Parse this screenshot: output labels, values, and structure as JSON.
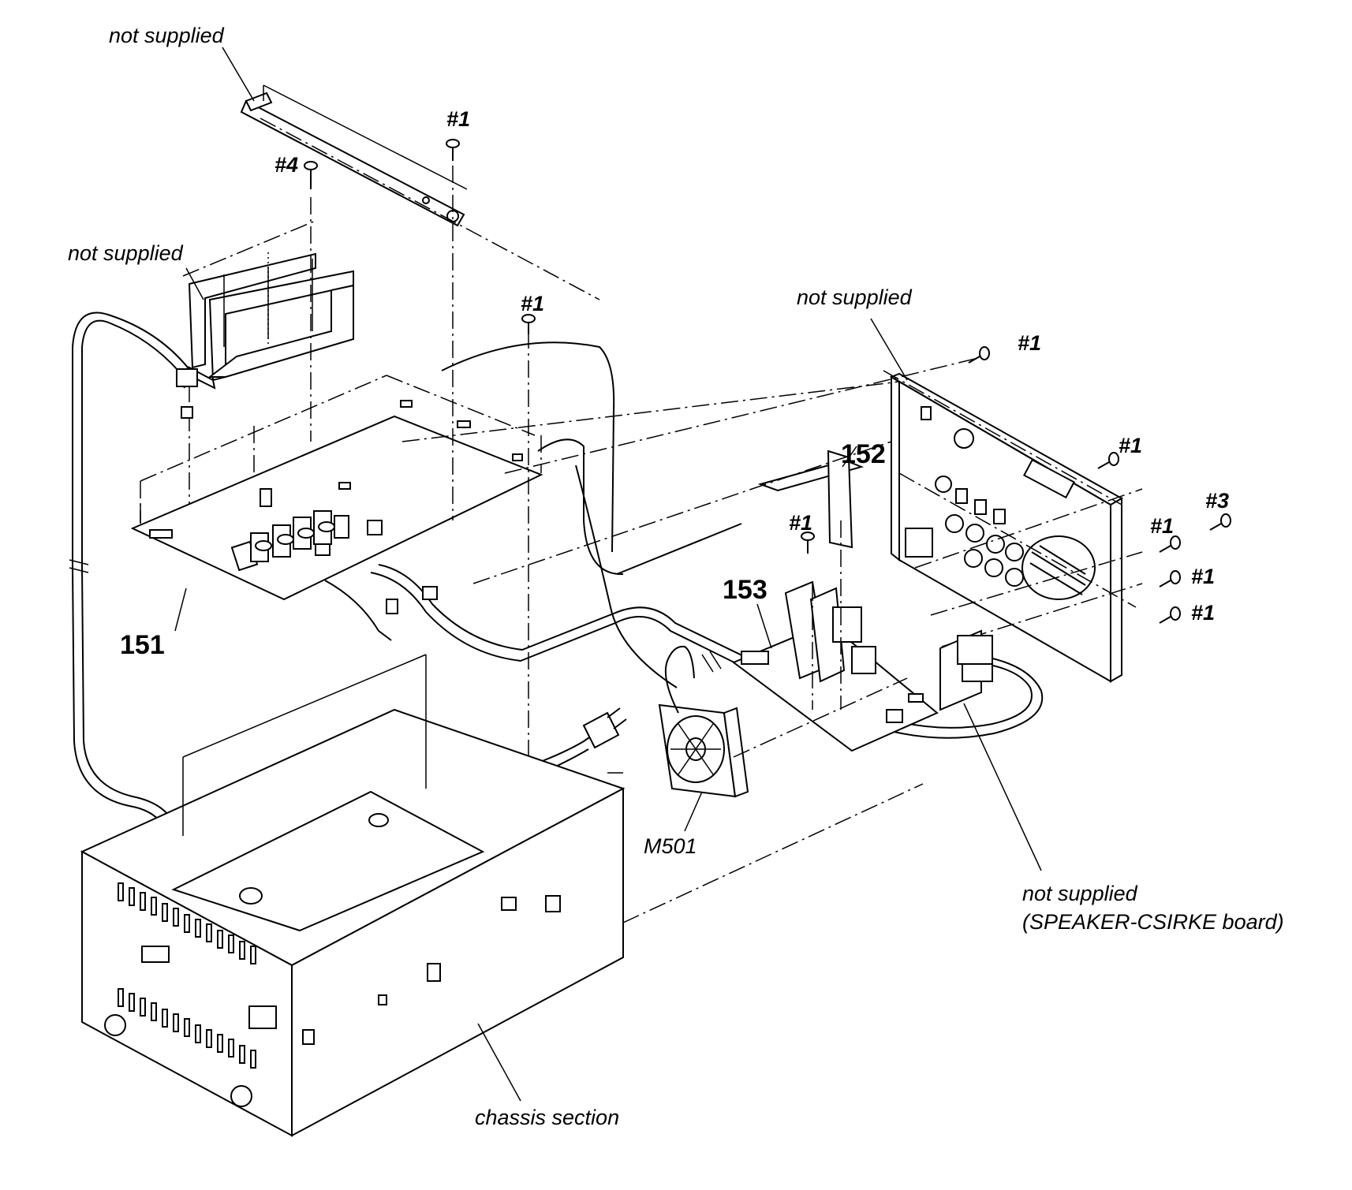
{
  "labels": {
    "not_supplied_top": "not supplied",
    "not_supplied_left": "not supplied",
    "not_supplied_right": "not supplied",
    "not_supplied_bottom": "not supplied",
    "speaker_board": "(SPEAKER-CSIRKE board)",
    "chassis_section": "chassis section",
    "fan": "M501"
  },
  "part_refs": {
    "p151": "151",
    "p152": "152",
    "p153": "153"
  },
  "screws": {
    "s1_top": "#1",
    "s4": "#4",
    "s1_mid": "#1",
    "s1_r1": "#1",
    "s1_r2": "#1",
    "s1_r3": "#1",
    "s3": "#3",
    "s1_r4": "#1",
    "s1_r5": "#1",
    "s1_153": "#1"
  }
}
